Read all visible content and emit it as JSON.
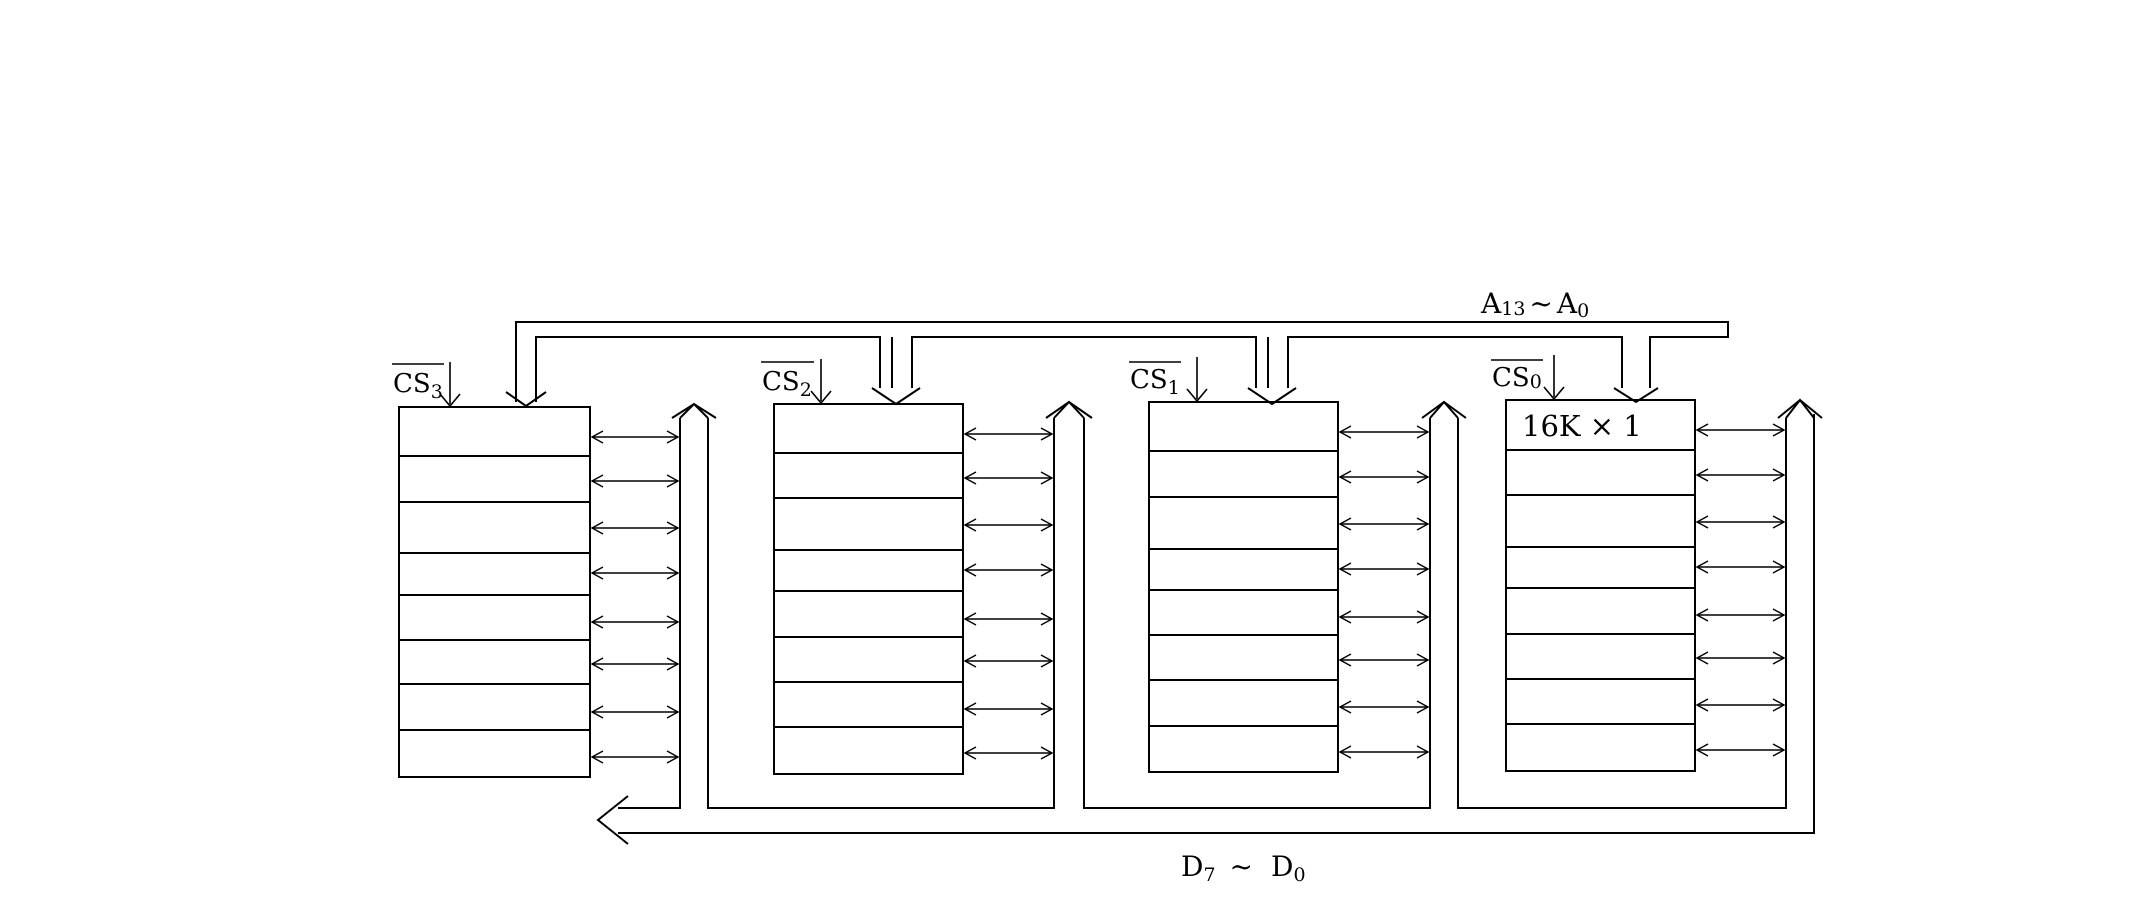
{
  "address_bus": {
    "label": "A",
    "from_sub": "13",
    "tilde": "~",
    "to": "A",
    "to_sub": "0"
  },
  "data_bus": {
    "label": "D",
    "from_sub": "7",
    "tilde": "~",
    "to": "D",
    "to_sub": "0"
  },
  "chip_size_label": "16K × 1",
  "chip_select": [
    {
      "name": "CS",
      "sub": "3"
    },
    {
      "name": "CS",
      "sub": "2"
    },
    {
      "name": "CS",
      "sub": "1"
    },
    {
      "name": "CS",
      "sub": "0"
    }
  ],
  "colors": {
    "line": "#000000",
    "background": "#ffffff"
  }
}
